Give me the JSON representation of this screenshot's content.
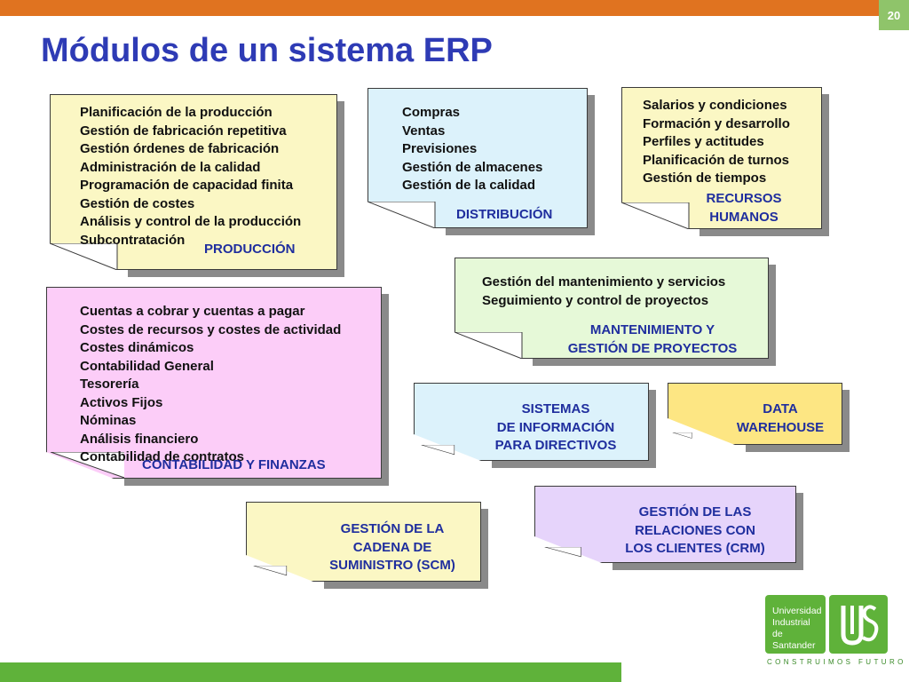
{
  "slide": {
    "page_number": "20",
    "title": "Módulos de un sistema ERP"
  },
  "modules": {
    "produccion": {
      "items": [
        "Planificación de la producción",
        "Gestión de fabricación repetitiva",
        "Gestión órdenes de fabricación",
        "Administración de la calidad",
        "Programación de capacidad finita",
        "Gestión de costes",
        "Análisis y control de la producción",
        "Subcontratación"
      ],
      "label": "PRODUCCIÓN",
      "color": "#fbf7c4"
    },
    "distribucion": {
      "items": [
        "Compras",
        "Ventas",
        "Previsiones",
        "Gestión de almacenes",
        "Gestión de la calidad"
      ],
      "label": "DISTRIBUCIÓN",
      "color": "#dcf2fb"
    },
    "rrhh": {
      "items": [
        "Salarios y condiciones",
        "Formación y desarrollo",
        "Perfiles y actitudes",
        "Planificación de turnos",
        "Gestión de tiempos"
      ],
      "label_line1": "RECURSOS",
      "label_line2": "HUMANOS",
      "color": "#fbf7c4"
    },
    "mantenimiento": {
      "items": [
        "Gestión del mantenimiento y servicios",
        "Seguimiento y control de proyectos"
      ],
      "label_line1": "MANTENIMIENTO Y",
      "label_line2": "GESTIÓN DE PROYECTOS",
      "color": "#e6f9d8"
    },
    "contabilidad": {
      "items": [
        "Cuentas a cobrar y cuentas a pagar",
        "Costes de recursos y costes de actividad",
        "Costes dinámicos",
        "Contabilidad General",
        "Tesorería",
        "Activos Fijos",
        "Nóminas",
        "Análisis financiero",
        "Contabilidad de contratos"
      ],
      "label": "CONTABILIDAD Y FINANZAS",
      "color": "#fccdf8"
    },
    "sistemas": {
      "label_line1": "SISTEMAS",
      "label_line2": "DE INFORMACIÓN",
      "label_line3": "PARA DIRECTIVOS",
      "color": "#dcf2fb"
    },
    "datawarehouse": {
      "label_line1": "DATA",
      "label_line2": "WAREHOUSE",
      "color": "#fde683"
    },
    "scm": {
      "label_line1": "GESTIÓN DE LA",
      "label_line2": "CADENA DE",
      "label_line3": "SUMINISTRO (SCM)",
      "color": "#fbf7c4"
    },
    "crm": {
      "label_line1": "GESTIÓN DE LAS",
      "label_line2": "RELACIONES CON",
      "label_line3": "LOS CLIENTES (CRM)",
      "color": "#e6d4fb"
    }
  },
  "logo": {
    "line1": "Universidad",
    "line2": "Industrial de",
    "line3": "Santander",
    "mark": "UIS",
    "tagline": "CONSTRUIMOS FUTURO"
  },
  "colors": {
    "top_bar": "#e07320",
    "title": "#2e3bb5",
    "labels": "#1f2e9e",
    "brand_green": "#5fb23a"
  }
}
